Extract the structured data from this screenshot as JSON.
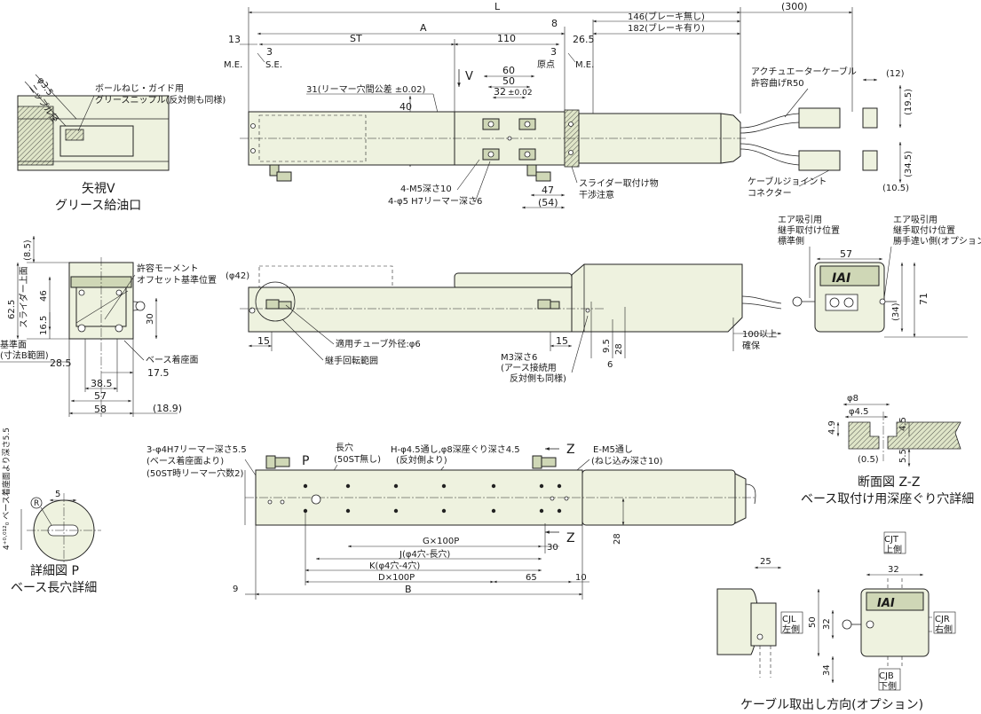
{
  "top_dims": {
    "L": "L",
    "A": "A",
    "ST": "ST",
    "d110": "110",
    "d8": "8",
    "d13": "13",
    "d3a": "3",
    "d3b": "3",
    "d26_5": "26.5",
    "brake_none": "146(ブレーキ無し)",
    "brake_with": "182(ブレーキ有り)",
    "d300": "(300)",
    "me_left": "M.E.",
    "se": "S.E.",
    "origin": "原点",
    "me_right": "M.E.",
    "d60": "60",
    "d50": "50",
    "d32": "32",
    "tol32": "±0.02",
    "view_v": "V",
    "reamer31": "31(リーマー穴間公差 ±0.02)",
    "d40": "40",
    "m5": "4-M5深さ10",
    "reamer6": "4-φ5 H7リーマー深さ6",
    "d47": "47",
    "d54": "(54)",
    "slider_note1": "スライダー取付け物",
    "slider_note2": "干渉注意",
    "cable_note1": "アクチュエーターケーブル",
    "cable_note2": "許容曲げR50",
    "joint_note1": "ケーブルジョイント",
    "joint_note2": "コネクター",
    "d12": "(12)",
    "d19_5": "(19.5)",
    "d34_5": "(34.5)",
    "d10_5": "(10.5)"
  },
  "view_v": {
    "phi35": "φ3.5",
    "nipple": "ニップル径",
    "note1": "ボールねじ・ガイド用",
    "note2": "グリースニップル(反対側も同様)",
    "title1": "矢視V",
    "title2": "グリース給油口"
  },
  "end_view": {
    "d8_5": "(8.5)",
    "d62_5": "62.5",
    "slider_top": "スライダー上面",
    "d46": "46",
    "d16_5": "16.5",
    "moment1": "許容モーメント",
    "moment2": "オフセット基準位置",
    "d30": "30",
    "base1": "基準面",
    "base2": "(寸法B範囲)",
    "d28_5": "28.5",
    "base_seat": "ベース着座面",
    "d17_5": "17.5",
    "d38_5": "38.5",
    "d57": "57",
    "d58": "58",
    "d18_9": "(18.9)"
  },
  "side_view": {
    "phi42": "(φ42)",
    "d15a": "15",
    "d15b": "15",
    "tube": "適用チューブ外径:φ6",
    "joint_range": "継手回転範囲",
    "m3a": "M3深さ6",
    "m3b": "(アース接続用",
    "m3c": "反対側も同様)",
    "d9_5": "9.5",
    "d28": "28",
    "d6": "6",
    "d100a": "100以上",
    "d100b": "確保"
  },
  "air_view": {
    "std1": "エア吸引用",
    "std2": "継手取付け位置",
    "std3": "標準側",
    "opt1": "エア吸引用",
    "opt2": "継手取付け位置",
    "opt3": "勝手違い側(オプション)",
    "d57": "57",
    "d34": "(34)",
    "d71": "71"
  },
  "bottom_view": {
    "reamer1": "3-φ4H7リーマー深さ5.5",
    "reamer2": "(ベース着座面より)",
    "reamer3": "(50ST時リーマー穴数2)",
    "p": "P",
    "slot1": "長穴",
    "slot2": "(50ST無し)",
    "h1": "H-φ4.5通し,φ8深座ぐり深さ4.5",
    "h2": "(反対側より)",
    "e1": "E-M5通し",
    "e2": "(ねじ込み深さ10)",
    "z1": "Z",
    "z2": "Z",
    "g": "G×100P",
    "d30": "30",
    "j": "J(φ4穴-長穴)",
    "k": "K(φ4穴-4穴)",
    "d": "D×100P",
    "d65": "65",
    "d10": "10",
    "d9": "9",
    "b": "B",
    "d28": "28"
  },
  "detail_p": {
    "d5_5": "4⁺⁰·⁰¹²₀ ベース着座面より深さ5.5",
    "d5": "5",
    "r": "R",
    "title1": "詳細図 P",
    "title2": "ベース長穴詳細"
  },
  "section_z": {
    "phi8": "φ8",
    "phi45": "φ4.5",
    "d4_9": "4.9",
    "d4_5": "4.5",
    "d0_5": "(0.5)",
    "d5_5": "5.5",
    "title1": "断面図 Z-Z",
    "title2": "ベース取付け用深座ぐり穴詳細"
  },
  "cable_exit": {
    "d25": "25",
    "cjt1": "CJT",
    "cjt2": "上側",
    "d32a": "32",
    "d32b": "32",
    "d50": "50",
    "d34": "34",
    "cjl1": "CJL",
    "cjl2": "左側",
    "cjr1": "CJR",
    "cjr2": "右側",
    "cjb1": "CJB",
    "cjb2": "下側",
    "title": "ケーブル取出し方向(オプション)"
  }
}
